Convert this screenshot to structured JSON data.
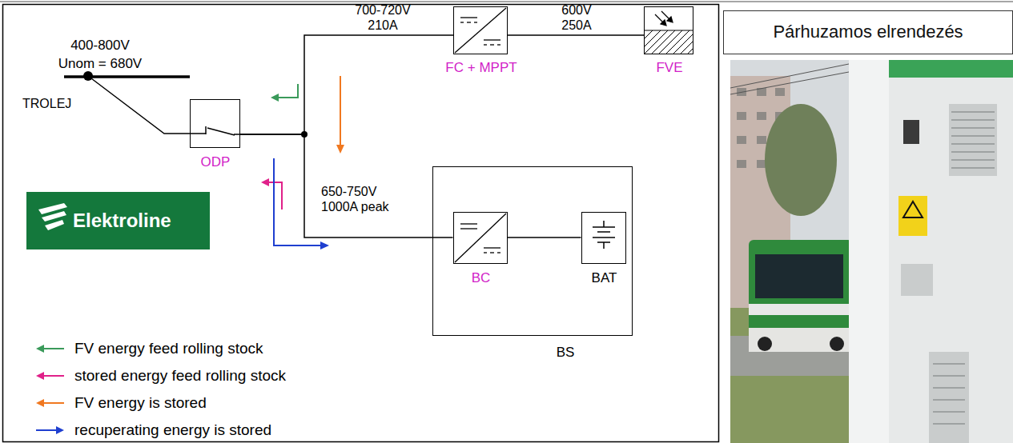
{
  "diagram": {
    "nodes": [
      {
        "text": [
          "FC + MPPT"
        ]
      },
      {
        "text": [
          "FVE"
        ]
      },
      {
        "text": [
          "Párhuzamos elrendezés"
        ]
      },
      {
        "text": [
          "ODP"
        ]
      },
      {
        "text": [
          "BS"
        ]
      },
      {
        "text": [
          "BC"
        ],
        "in": 4
      },
      {
        "text": [
          "BAT"
        ],
        "in": 4
      },
      {
        "text": [
          "Elektroline"
        ]
      }
    ],
    "edges": [
      {
        "from": 3,
        "to": 0,
        "arrow": "none",
        "label": "700-720V 210A"
      },
      {
        "from": 0,
        "to": 1,
        "arrow": "none",
        "label": "600V 250A"
      },
      {
        "from": 3,
        "to": 5,
        "arrow": "none",
        "label": "650-750V 1000A peak"
      },
      {
        "from": 5,
        "to": 6,
        "arrow": "none"
      }
    ],
    "labels": [
      "400-800V",
      "Unom = 680V",
      "TROLEJ"
    ],
    "legend": [
      {
        "text": "FV energy feed rolling stock"
      },
      {
        "text": "stored energy feed rolling stock"
      },
      {
        "text": "FV energy is stored"
      },
      {
        "text": "recuperating energy is stored"
      }
    ]
  }
}
